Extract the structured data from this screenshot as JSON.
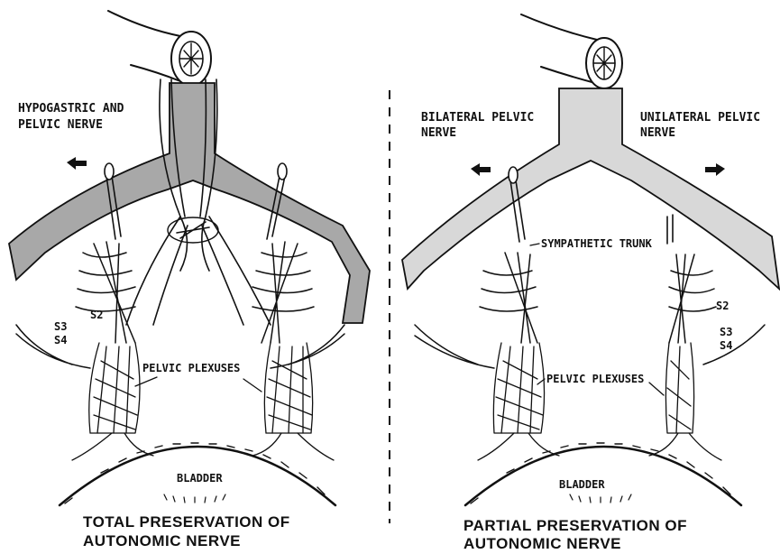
{
  "left_panel": {
    "label_line1": "HYPOGASTRIC AND",
    "label_line2": "PELVIC NERVE",
    "s2": "S2",
    "s3": "S3",
    "s4": "S4",
    "plexus_label": "PELVIC PLEXUSES",
    "bladder_label": "BLADDER",
    "caption_line1": "TOTAL PRESERVATION OF",
    "caption_line2": "AUTONOMIC NERVE"
  },
  "right_panel": {
    "bilateral_line1": "BILATERAL PELVIC",
    "bilateral_line2": "NERVE",
    "unilateral_line1": "UNILATERAL PELVIC",
    "unilateral_line2": "NERVE",
    "sympathetic_label": "SYMPATHETIC TRUNK",
    "s2": "S2",
    "s3": "S3",
    "s4": "S4",
    "plexus_label": "PELVIC PLEXUSES",
    "bladder_label": "BLADDER",
    "caption_line1": "PARTIAL PRESERVATION OF",
    "caption_line2": "AUTONOMIC NERVE"
  },
  "colors": {
    "ink": "#111111",
    "shaded_dark": "#a8a8a8",
    "shaded_light": "#d8d8d8"
  }
}
